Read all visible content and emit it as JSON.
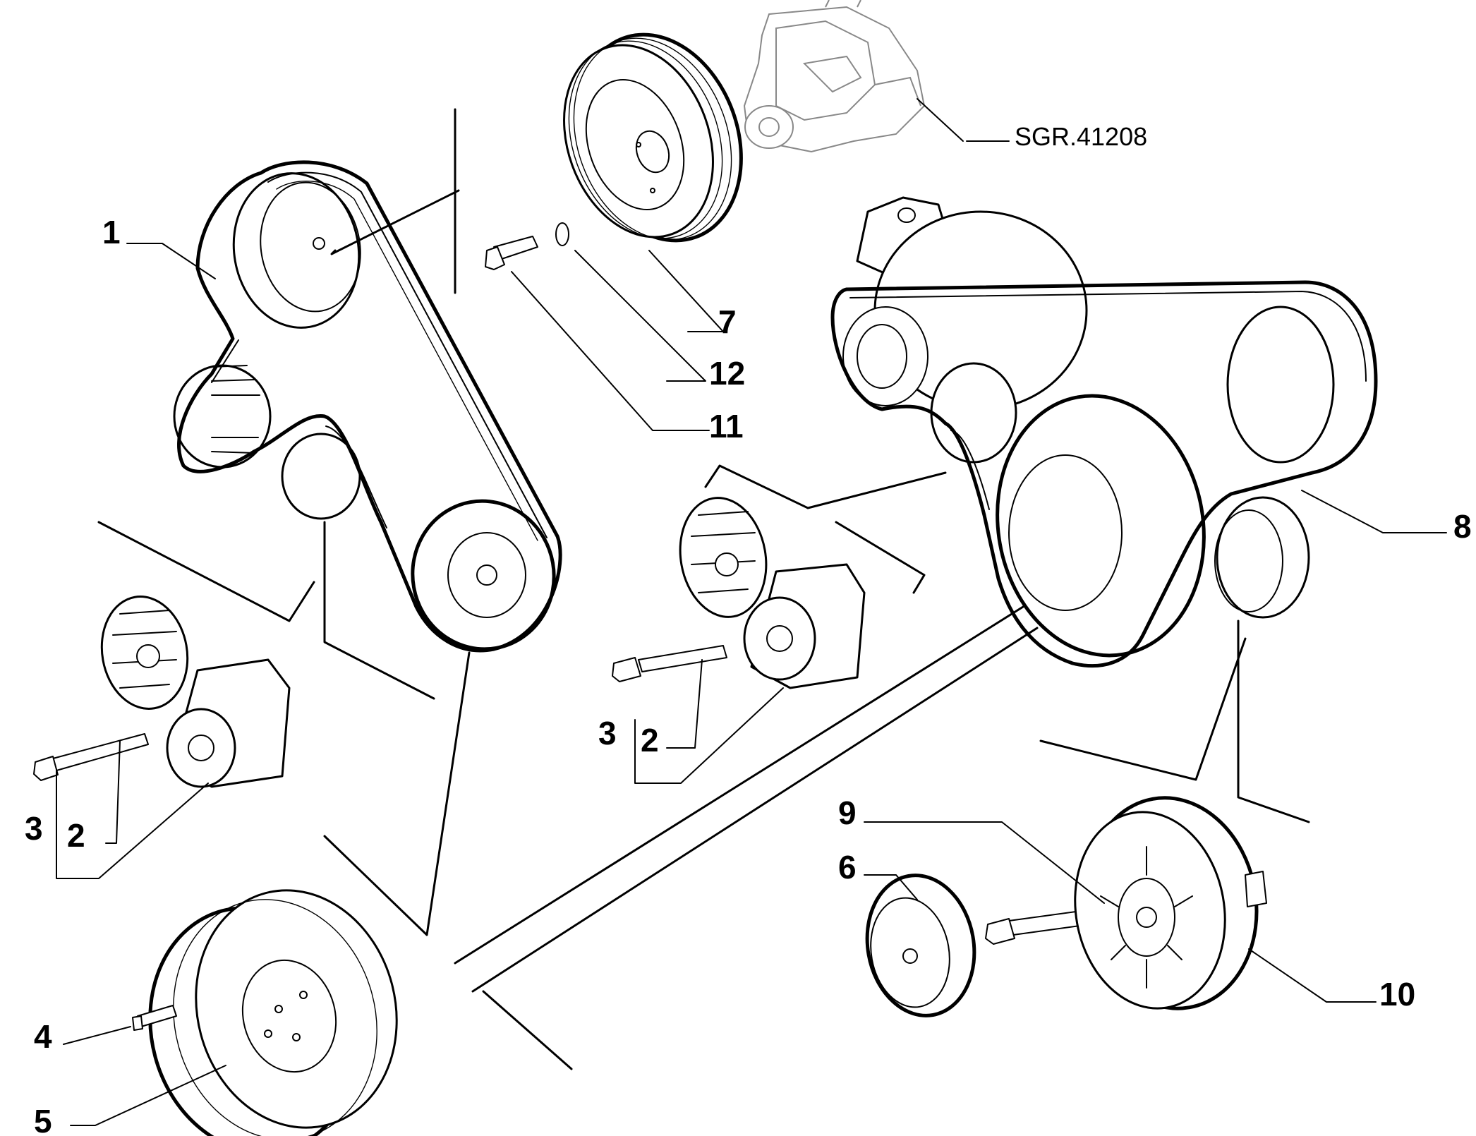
{
  "reference_code": "SGR.41208",
  "callouts": {
    "c1": "1",
    "c2_left": "2",
    "c3_left": "3",
    "c2_mid": "2",
    "c3_mid": "3",
    "c4": "4",
    "c5": "5",
    "c6": "6",
    "c7": "7",
    "c8": "8",
    "c9": "9",
    "c10": "10",
    "c11": "11",
    "c12": "12"
  }
}
